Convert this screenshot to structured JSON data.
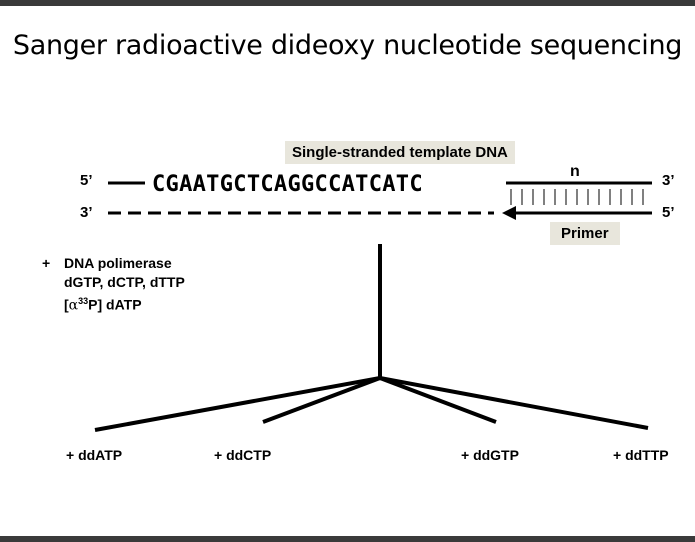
{
  "title": "Sanger radioactive dideoxy nucleotide sequencing",
  "template_label": "Single-stranded template DNA",
  "primer_label": "Primer",
  "n_label": "n",
  "sequence": "CGAATGCTCAGGCCATCATC",
  "ends": {
    "top_left": "5’",
    "top_right": "3’",
    "bottom_left": "3’",
    "bottom_right": "5’"
  },
  "reagents": {
    "plus": "+",
    "polymerase": "DNA polimerase",
    "dntps": "dGTP, dCTP, dTTP",
    "labeled_open": "[",
    "labeled_alpha": "α",
    "labeled_isotope": "33",
    "labeled_rest": "P] dATP"
  },
  "reactions": [
    "+ ddATP",
    "+ ddCTP",
    "+ ddGTP",
    "+ ddTTP"
  ]
}
